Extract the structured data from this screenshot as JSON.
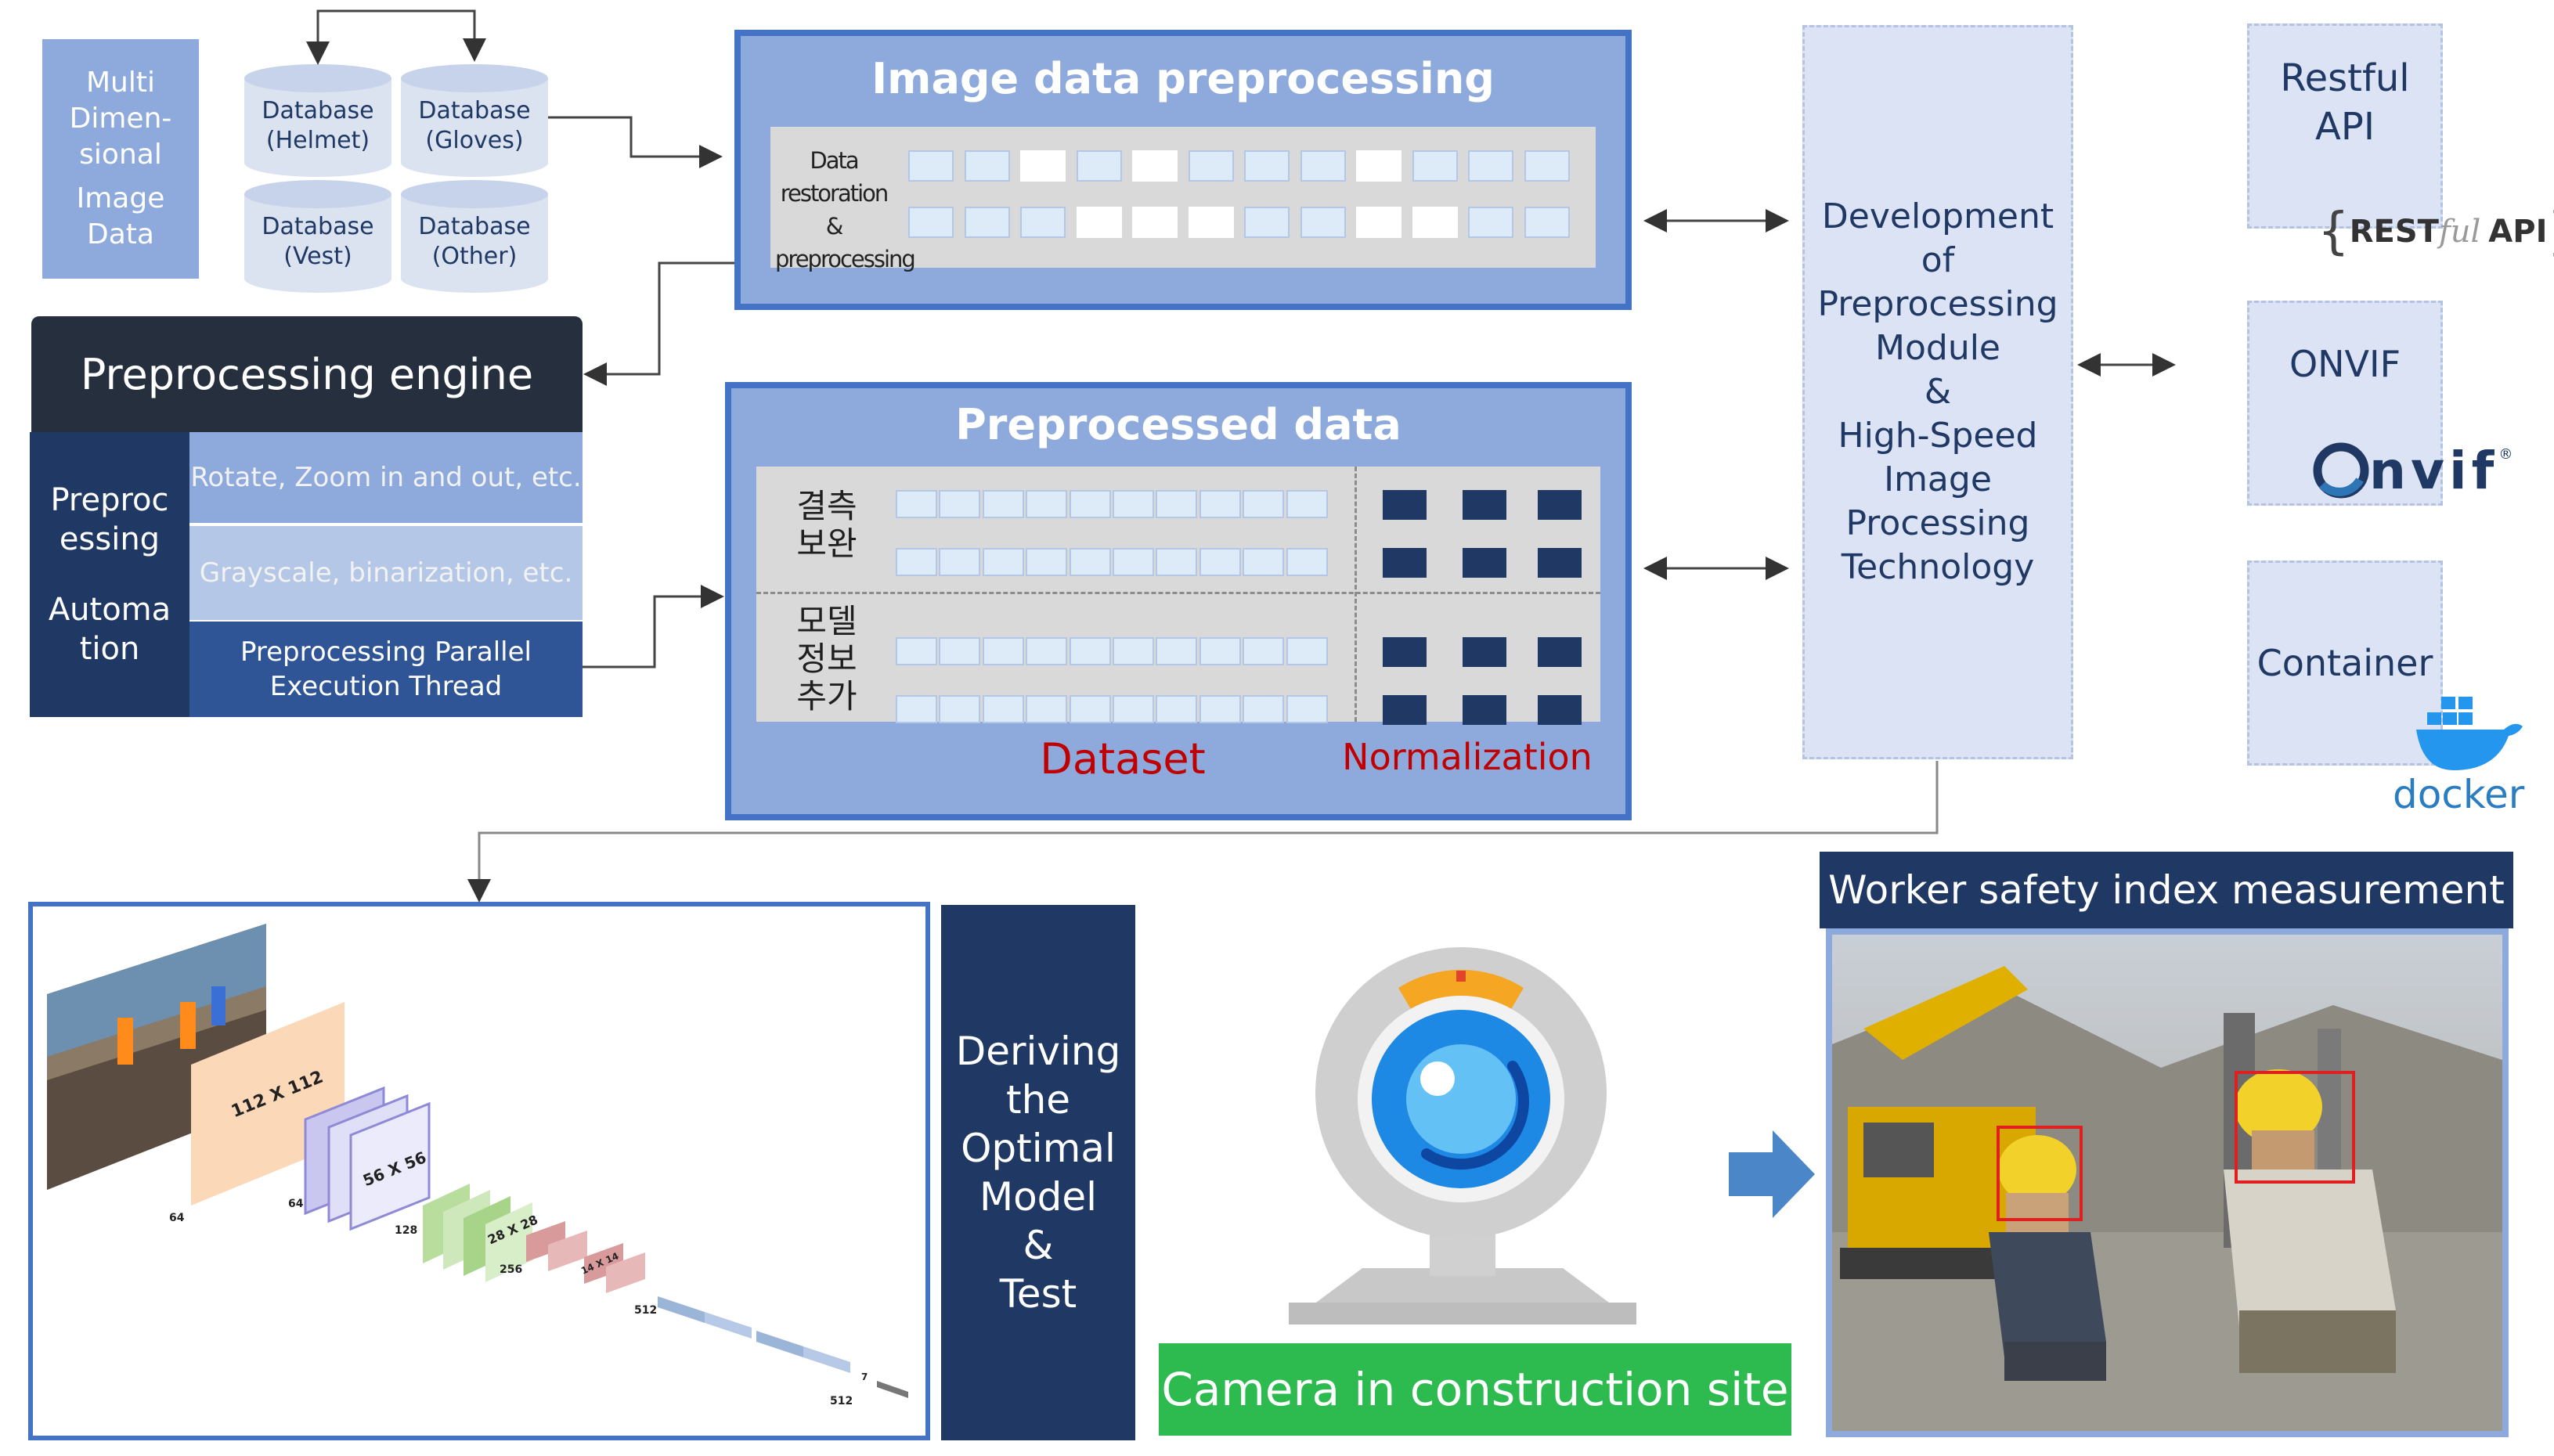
{
  "multi_data": {
    "lines": [
      "Multi",
      "Dimen-",
      "sional",
      "Image",
      "Data"
    ]
  },
  "databases": {
    "helmet": "Database\n(Helmet)",
    "gloves": "Database\n(Gloves)",
    "vest": "Database\n(Vest)",
    "other": "Database\n(Other)"
  },
  "engine": {
    "title": "Preprocessing engine",
    "side_label": {
      "line1": "Preproc",
      "line2": "essing",
      "line3": "Automa",
      "line4": "tion"
    },
    "options": [
      "Rotate, Zoom in and out, etc.",
      "Grayscale, binarization, etc.",
      "Preprocessing Parallel",
      "Execution Thread"
    ]
  },
  "image_panel": {
    "title": "Image data preprocessing",
    "row_label": {
      "line1": "Data",
      "line2": "restoration &",
      "line3": "preprocessing"
    }
  },
  "preprocessed_panel": {
    "title": "Preprocessed data",
    "row1_label": "결측\n보완",
    "row2_label": "모델\n정보\n추가",
    "dataset_label": "Dataset",
    "normalization_label": "Normalization"
  },
  "dev_box": {
    "lines": [
      "Development",
      "of",
      "Preprocessing",
      "Module",
      "&",
      "High-Speed",
      "Image",
      "Processing",
      "Technology"
    ]
  },
  "right_boxes": {
    "restful": {
      "line1": "Restful",
      "line2": "API",
      "logo_text": "REST",
      "logo_ful": "ful",
      "logo_api": "API"
    },
    "onvif": {
      "label": "ONVIF",
      "logo_text": "nvif"
    },
    "container": {
      "label": "Container",
      "logo_text": "docker"
    }
  },
  "cnn": {
    "labels": [
      "112 X 112",
      "56 X 56",
      "28 X 28",
      "14 X 14",
      "7",
      "64",
      "64",
      "128",
      "256",
      "512",
      "512"
    ]
  },
  "deriving": {
    "lines": [
      "Deriving",
      "the",
      "Optimal",
      "Model",
      "&",
      "Test"
    ]
  },
  "camera": {
    "label": "Camera in construction site"
  },
  "worker": {
    "title": "Worker safety index measurement"
  },
  "colors": {
    "panel_blue": "#8eaadc",
    "panel_border": "#4472c4",
    "navy": "#1f3864",
    "dark_header": "#262f3e",
    "green": "#2dbb4f",
    "red_text": "#c00000"
  }
}
